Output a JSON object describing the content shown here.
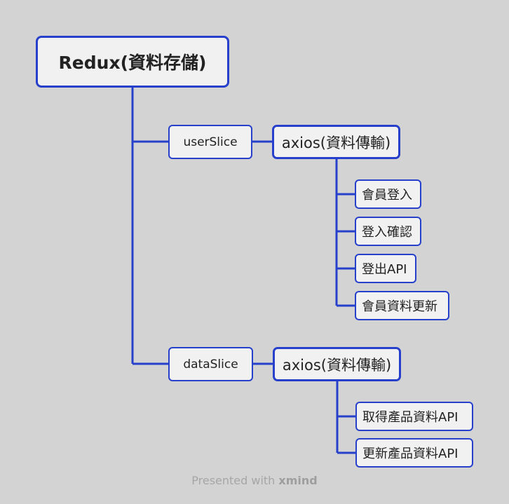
{
  "map": {
    "root": "Redux(資料存儲)",
    "branches": [
      {
        "slice": "userSlice",
        "axios": "axios(資料傳輸)",
        "leaves": [
          "會員登入",
          "登入確認",
          "登出API",
          "會員資料更新"
        ]
      },
      {
        "slice": "dataSlice",
        "axios": "axios(資料傳輸)",
        "leaves": [
          "取得產品資料API",
          "更新產品資料API"
        ]
      }
    ]
  },
  "footer": {
    "prefix": "Presented with",
    "brand": "xmind"
  },
  "colors": {
    "background": "#d3d3d3",
    "node_fill": "#f1f1f1",
    "line": "#2640cc"
  }
}
